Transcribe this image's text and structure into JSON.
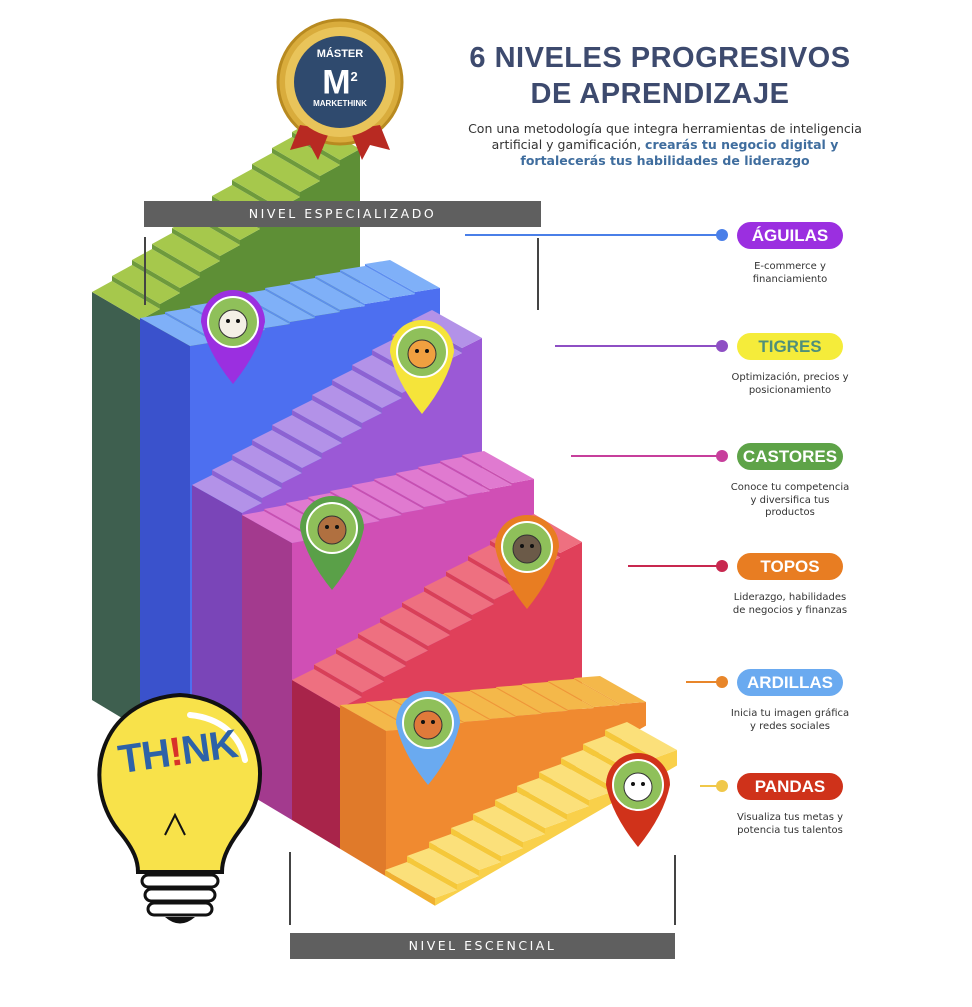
{
  "header": {
    "title_line1": "6 NIVELES PROGRESIVOS",
    "title_line2": "DE APRENDIZAJE",
    "subtitle_plain": "Con una metodología que integra herramientas de inteligencia artificial y gamificación, ",
    "subtitle_bold": "crearás tu negocio digital y fortalecerás tus habilidades de liderazgo"
  },
  "badge": {
    "top": "MÁSTER",
    "letter": "M",
    "sup": "2",
    "bottom": "MARKETHINK"
  },
  "banners": {
    "top": "NIVEL ESPECIALIZADO",
    "bottom": "NIVEL ESCENCIAL"
  },
  "bulb": {
    "text_a": "TH",
    "text_b": "!",
    "text_c": "NK"
  },
  "levels": [
    {
      "name": "ÁGUILAS",
      "desc": "E-commerce y financiamiento",
      "pill_color": "#9b2fe0",
      "text_color": "#ffffff",
      "dot_color": "#4a7fe8",
      "pin_color": "#9b2fe0"
    },
    {
      "name": "TIGRES",
      "desc": "Optimización, precios y posicionamiento",
      "pill_color": "#f5ec3a",
      "text_color": "#4f8f7a",
      "dot_color": "#8e4fc4",
      "pin_color": "#f5e43a"
    },
    {
      "name": "CASTORES",
      "desc": "Conoce tu competencia y diversifica tus productos",
      "pill_color": "#5ea348",
      "text_color": "#ffffff",
      "dot_color": "#c73f9c",
      "pin_color": "#5aa048"
    },
    {
      "name": "TOPOS",
      "desc": "Liderazgo, habilidades de negocios y finanzas",
      "pill_color": "#e87d22",
      "text_color": "#ffffff",
      "dot_color": "#c8284f",
      "pin_color": "#e87d22"
    },
    {
      "name": "ARDILLAS",
      "desc": "Inicia tu imagen gráfica y redes sociales",
      "pill_color": "#6aaaf0",
      "text_color": "#ffffff",
      "dot_color": "#e8862a",
      "pin_color": "#6aaaf0"
    },
    {
      "name": "PANDAS",
      "desc": "Visualiza tus metas y potencia tus talentos",
      "pill_color": "#cf321a",
      "text_color": "#ffffff",
      "dot_color": "#f0c84a",
      "pin_color": "#d0321a"
    }
  ]
}
